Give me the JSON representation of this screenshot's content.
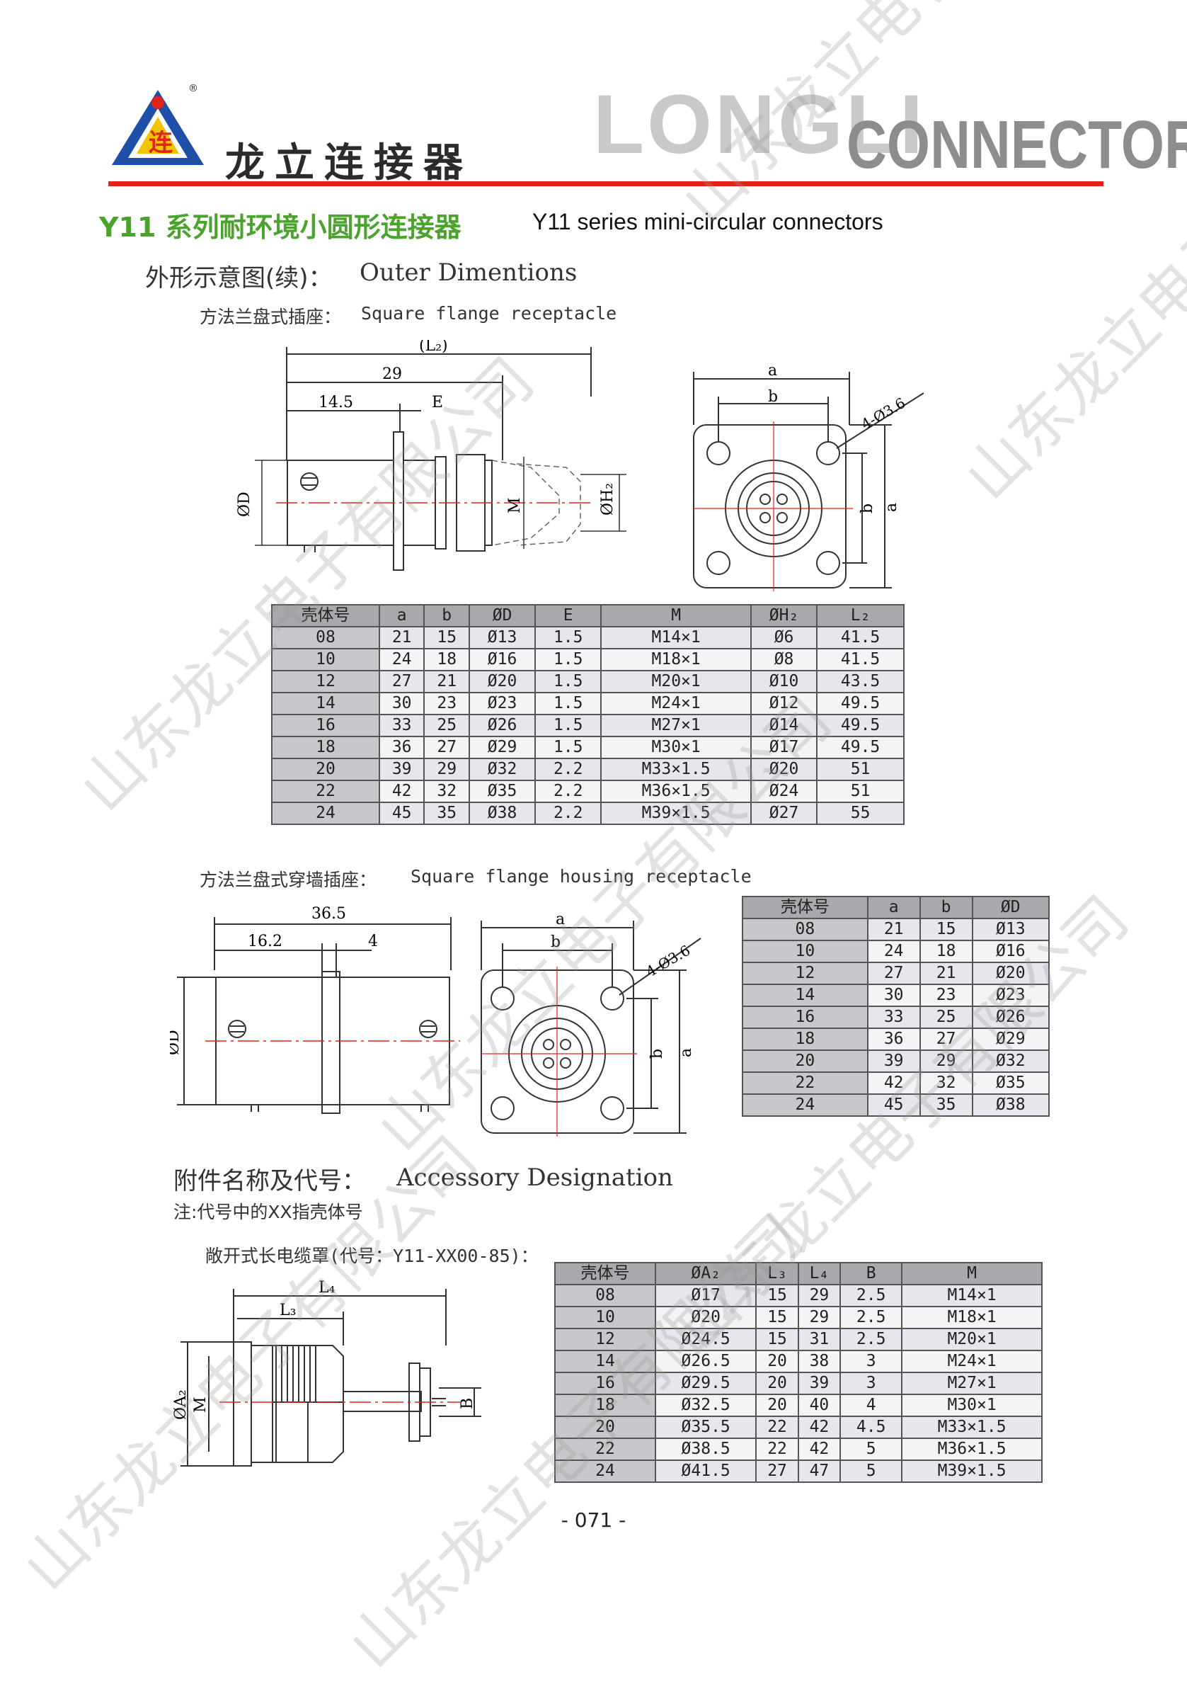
{
  "header": {
    "brand_cn": "龙立连接器",
    "brand_en_1": "LONGLI",
    "brand_en_2": "CONNECTOR",
    "accent_red": "#e2231a",
    "accent_green": "#4aa32c",
    "logo_glyph": "连"
  },
  "title": {
    "series_cn": "Y11 系列耐环境小圆形连接器",
    "series_en": "Y11 series mini-circular connectors"
  },
  "section1": {
    "heading_cn": "外形示意图(续)：",
    "heading_en": "Outer Dimentions",
    "caption_cn": "方法兰盘式插座：",
    "caption_en": "Square flange receptacle",
    "dims": {
      "L2": "(L₂)",
      "d29": "29",
      "d14": "14.5",
      "E": "E",
      "D": "ØD",
      "M": "M",
      "H2": "ØH₂",
      "a": "a",
      "b": "b",
      "holes": "4-Ø3.6"
    },
    "table": {
      "headers": [
        "壳体号",
        "a",
        "b",
        "ØD",
        "E",
        "M",
        "ØH₂",
        "L₂"
      ],
      "rows": [
        [
          "08",
          "21",
          "15",
          "Ø13",
          "1.5",
          "M14×1",
          "Ø6",
          "41.5"
        ],
        [
          "10",
          "24",
          "18",
          "Ø16",
          "1.5",
          "M18×1",
          "Ø8",
          "41.5"
        ],
        [
          "12",
          "27",
          "21",
          "Ø20",
          "1.5",
          "M20×1",
          "Ø10",
          "43.5"
        ],
        [
          "14",
          "30",
          "23",
          "Ø23",
          "1.5",
          "M24×1",
          "Ø12",
          "49.5"
        ],
        [
          "16",
          "33",
          "25",
          "Ø26",
          "1.5",
          "M27×1",
          "Ø14",
          "49.5"
        ],
        [
          "18",
          "36",
          "27",
          "Ø29",
          "1.5",
          "M30×1",
          "Ø17",
          "49.5"
        ],
        [
          "20",
          "39",
          "29",
          "Ø32",
          "2.2",
          "M33×1.5",
          "Ø20",
          "51"
        ],
        [
          "22",
          "42",
          "32",
          "Ø35",
          "2.2",
          "M36×1.5",
          "Ø24",
          "51"
        ],
        [
          "24",
          "45",
          "35",
          "Ø38",
          "2.2",
          "M39×1.5",
          "Ø27",
          "55"
        ]
      ]
    }
  },
  "section2": {
    "caption_cn": "方法兰盘式穿墙插座：",
    "caption_en": "Square flange housing receptacle",
    "dims": {
      "d36": "36.5",
      "d16": "16.2",
      "d4": "4",
      "D": "ØD",
      "a": "a",
      "b": "b",
      "holes": "4-Ø3.6"
    },
    "table": {
      "headers": [
        "壳体号",
        "a",
        "b",
        "ØD"
      ],
      "rows": [
        [
          "08",
          "21",
          "15",
          "Ø13"
        ],
        [
          "10",
          "24",
          "18",
          "Ø16"
        ],
        [
          "12",
          "27",
          "21",
          "Ø20"
        ],
        [
          "14",
          "30",
          "23",
          "Ø23"
        ],
        [
          "16",
          "33",
          "25",
          "Ø26"
        ],
        [
          "18",
          "36",
          "27",
          "Ø29"
        ],
        [
          "20",
          "39",
          "29",
          "Ø32"
        ],
        [
          "22",
          "42",
          "32",
          "Ø35"
        ],
        [
          "24",
          "45",
          "35",
          "Ø38"
        ]
      ]
    }
  },
  "section3": {
    "heading_cn": "附件名称及代号：",
    "heading_en": "Accessory Designation",
    "note": "注:代号中的XX指壳体号",
    "caption": "敞开式长电缆罩(代号：Y11-XX00-85)：",
    "dims": {
      "L4": "L₄",
      "L3": "L₃",
      "A2": "ØA₂",
      "M": "M",
      "B": "B"
    },
    "table": {
      "headers": [
        "壳体号",
        "ØA₂",
        "L₃",
        "L₄",
        "B",
        "M"
      ],
      "rows": [
        [
          "08",
          "Ø17",
          "15",
          "29",
          "2.5",
          "M14×1"
        ],
        [
          "10",
          "Ø20",
          "15",
          "29",
          "2.5",
          "M18×1"
        ],
        [
          "12",
          "Ø24.5",
          "15",
          "31",
          "2.5",
          "M20×1"
        ],
        [
          "14",
          "Ø26.5",
          "20",
          "38",
          "3",
          "M24×1"
        ],
        [
          "16",
          "Ø29.5",
          "20",
          "39",
          "3",
          "M27×1"
        ],
        [
          "18",
          "Ø32.5",
          "20",
          "40",
          "4",
          "M30×1"
        ],
        [
          "20",
          "Ø35.5",
          "22",
          "42",
          "4.5",
          "M33×1.5"
        ],
        [
          "22",
          "Ø38.5",
          "22",
          "42",
          "5",
          "M36×1.5"
        ],
        [
          "24",
          "Ø41.5",
          "27",
          "47",
          "5",
          "M39×1.5"
        ]
      ]
    }
  },
  "footer": {
    "page_number": "- 071 -"
  },
  "watermark": {
    "text": "山东龙立电子有限公司"
  }
}
